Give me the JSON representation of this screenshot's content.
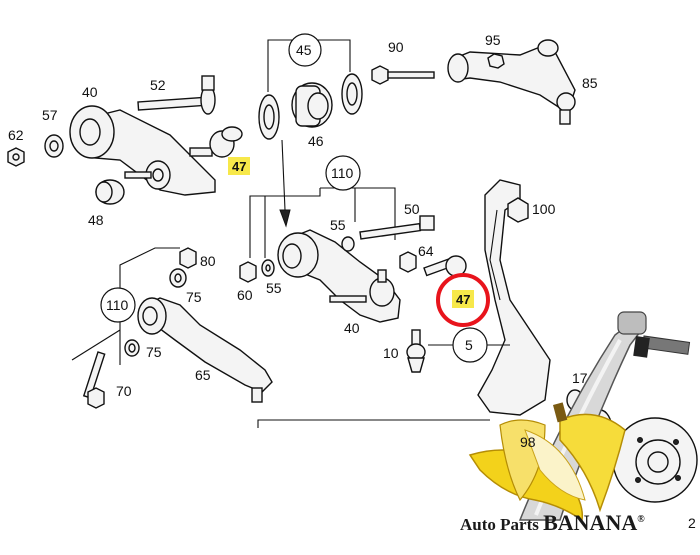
{
  "labels": {
    "l62": "62",
    "l57": "57",
    "l40a": "40",
    "l52": "52",
    "l48": "48",
    "l47a": "47",
    "l45": "45",
    "l46": "46",
    "l90": "90",
    "l95": "95",
    "l85": "85",
    "l110a": "110",
    "l55a": "55",
    "l50": "50",
    "l100": "100",
    "l64": "64",
    "l60": "60",
    "l55b": "55",
    "l40b": "40",
    "l47b": "47",
    "l80": "80",
    "l75a": "75",
    "l110b": "110",
    "l75b": "75",
    "l65": "65",
    "l70": "70",
    "l10": "10",
    "l5": "5",
    "l17": "17",
    "l98": "98",
    "l2": "2"
  },
  "brand": {
    "name_prefix": "Auto Parts ",
    "name_main": "BANANA",
    "reg": "®"
  },
  "colors": {
    "highlight": "#f7e84a",
    "circle": "#e8141c",
    "banana": "#f3d21b"
  }
}
